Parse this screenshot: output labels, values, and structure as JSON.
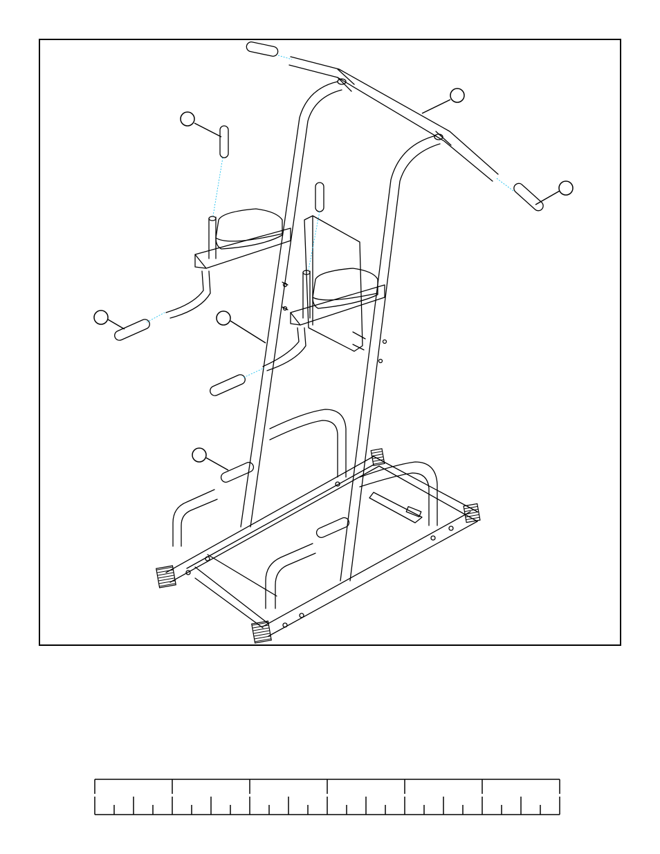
{
  "figure": {
    "kind": "exploded assembly drawing",
    "callouts": [
      "",
      "",
      "",
      "",
      "",
      ""
    ],
    "stroke_color": "#000000",
    "leader_color": "#00b7eb",
    "background": "#ffffff"
  },
  "ruler": {
    "major_segments": 6,
    "minor_ticks": 24
  }
}
